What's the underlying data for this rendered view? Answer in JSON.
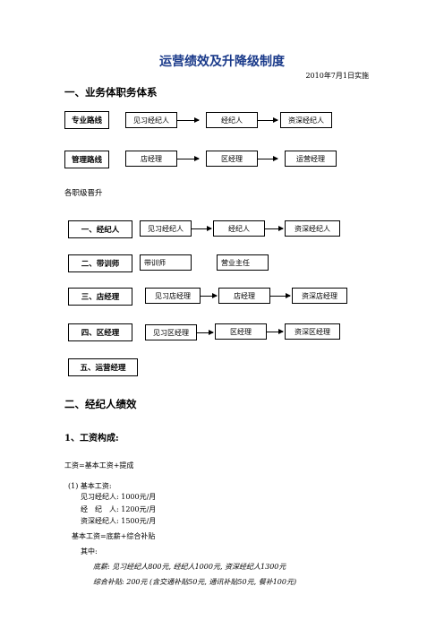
{
  "title": "运营绩效及升降级制度",
  "date": "2010年7月1日实施",
  "section1": {
    "heading": "一、业务体职务体系",
    "track_pro": {
      "label": "专业路线",
      "steps": [
        "见习经纪人",
        "经纪人",
        "资深经纪人"
      ]
    },
    "track_mgmt": {
      "label": "管理路线",
      "steps": [
        "店经理",
        "区经理",
        "运营经理"
      ]
    },
    "promotion_label": "各职级晋升",
    "levels": [
      {
        "label": "一、经纪人",
        "steps": [
          "见习经纪人",
          "经纪人",
          "资深经纪人"
        ]
      },
      {
        "label": "二、带训师",
        "steps": [
          "带训师",
          "营业主任"
        ]
      },
      {
        "label": "三、店经理",
        "steps": [
          "见习店经理",
          "店经理",
          "资深店经理"
        ]
      },
      {
        "label": "四、区经理",
        "steps": [
          "见习区经理",
          "区经理",
          "资深区经理"
        ]
      },
      {
        "label": "五、运营经理",
        "steps": []
      }
    ]
  },
  "section2": {
    "heading": "二、经纪人绩效",
    "sub1": "1、工资构成:",
    "formula": "工资=基本工资+提成",
    "basic_title": "(1) 基本工资:",
    "basic_items": [
      "见习经纪人: 1000元/月",
      "经　纪　人: 1200元/月",
      "资深经纪人: 1500元/月"
    ],
    "basic_formula": "基本工资=底薪+综合补贴",
    "among": "其中:",
    "base_pay": "底薪: 见习经纪人800元, 经纪人1000元, 资深经纪人1300元",
    "allowance": "综合补贴: 200元 (含交通补贴50元, 通讯补贴50元, 餐补100元)"
  }
}
